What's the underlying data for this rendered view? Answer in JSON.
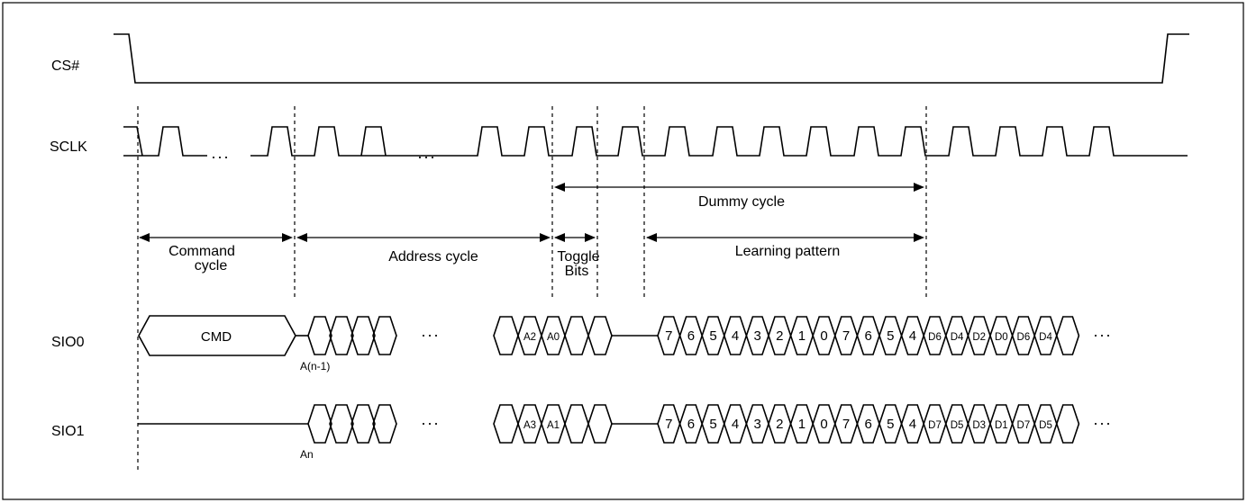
{
  "signals": {
    "cs": "CS#",
    "sclk": "SCLK",
    "sio0": "SIO0",
    "sio1": "SIO1"
  },
  "labels": {
    "dummy_cycle": "Dummy cycle",
    "command_cycle_line1": "Command",
    "command_cycle_line2": "cycle",
    "address_cycle": "Address cycle",
    "toggle_bits_line1": "Toggle",
    "toggle_bits_line2": "Bits",
    "learning_pattern": "Learning pattern",
    "an_minus_1": "A(n-1)",
    "an": "An",
    "ellipsis": "···"
  },
  "sio0": {
    "cmd": "CMD",
    "addr_tail": [
      "A2",
      "A0"
    ],
    "pattern": [
      "7",
      "6",
      "5",
      "4",
      "3",
      "2",
      "1",
      "0",
      "7",
      "6",
      "5",
      "4"
    ],
    "data": [
      "D6",
      "D4",
      "D2",
      "D0",
      "D6",
      "D4"
    ]
  },
  "sio1": {
    "addr_tail": [
      "A3",
      "A1"
    ],
    "pattern": [
      "7",
      "6",
      "5",
      "4",
      "3",
      "2",
      "1",
      "0",
      "7",
      "6",
      "5",
      "4"
    ],
    "data": [
      "D7",
      "D5",
      "D3",
      "D1",
      "D7",
      "D5"
    ]
  }
}
